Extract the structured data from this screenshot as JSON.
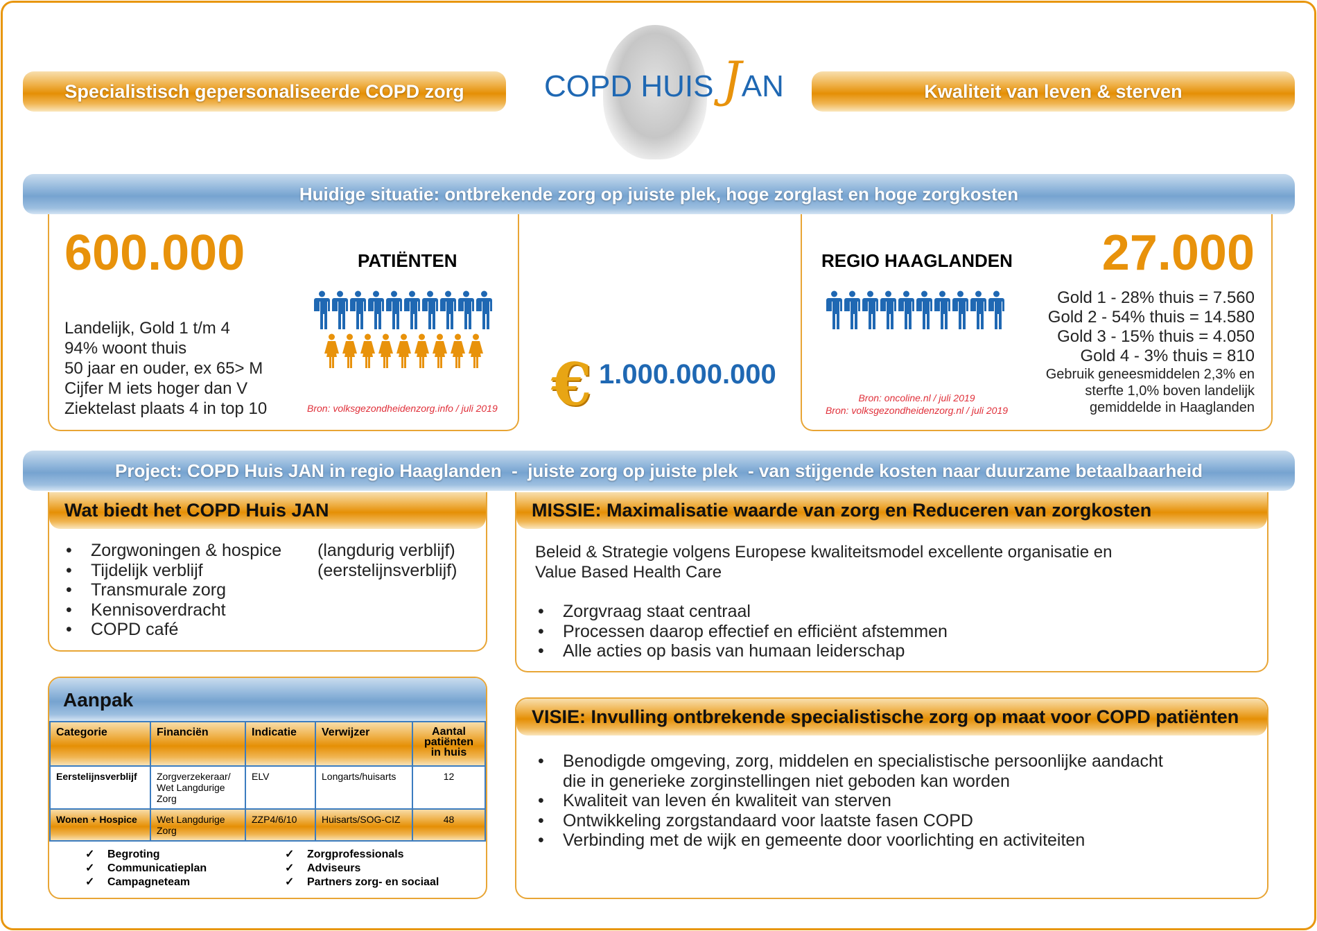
{
  "header": {
    "left_pill": "Specialistisch gepersonaliseerde COPD zorg",
    "logo_text_left": "COPD HUIS ",
    "logo_text_j": "J",
    "logo_text_right": "AN",
    "right_pill": "Kwaliteit van leven & sterven"
  },
  "banner1": "Huidige situatie: ontbrekende zorg op juiste plek, hoge zorglast en hoge zorgkosten",
  "left_stats": {
    "number": "600.000",
    "label": "PATIËNTEN",
    "lines": [
      "Landelijk, Gold 1 t/m 4",
      "94% woont thuis",
      "50 jaar en ouder, ex 65> M",
      "Cijfer M iets hoger dan V",
      "Ziektelast plaats 4 in top 10"
    ],
    "source": "Bron: volksgezondheidenzorg.info / juli 2019",
    "male_icons": 10,
    "female_icons": 9
  },
  "cost": {
    "symbol": "€",
    "value": "1.000.000.000"
  },
  "right_stats": {
    "label": "REGIO HAAGLANDEN",
    "number": "27.000",
    "lines": [
      "Gold 1 - 28% thuis = 7.560",
      "Gold 2 - 54% thuis = 14.580",
      "Gold 3 - 15% thuis = 4.050",
      "Gold 4 - 3% thuis = 810"
    ],
    "note": [
      "Gebruik geneesmiddelen 2,3% en",
      "sterfte 1,0% boven landelijk",
      "gemiddelde in Haaglanden"
    ],
    "sources": [
      "Bron: oncoline.nl / juli 2019",
      "Bron: volksgezondheidenzorg.nl / juli 2019"
    ],
    "male_icons": 10
  },
  "banner2": "Project: COPD Huis JAN in regio Haaglanden  -  juiste zorg op juiste plek  - van stijgende kosten naar duurzame betaalbaarheid",
  "wat": {
    "title": "Wat biedt het COPD Huis JAN",
    "items": [
      "Zorgwoningen & hospice",
      "Tijdelijk verblijf",
      "Transmurale zorg",
      "Kennisoverdracht",
      "COPD café"
    ],
    "notes": [
      "(langdurig verblijf)",
      "(eerstelijnsverblijf)"
    ]
  },
  "missie": {
    "title": "MISSIE: Maximalisatie waarde van zorg en Reduceren van zorgkosten",
    "intro": [
      "Beleid & Strategie volgens Europese kwaliteitsmodel excellente organisatie en",
      "Value Based Health Care"
    ],
    "items": [
      "Zorgvraag staat centraal",
      "Processen daarop effectief en efficiënt afstemmen",
      "Alle acties op basis van  humaan leiderschap"
    ]
  },
  "aanpak": {
    "title": "Aanpak",
    "columns": [
      "Categorie",
      "Financiën",
      "Indicatie",
      "Verwijzer",
      "Aantal patiënten in huis"
    ],
    "rows": [
      [
        "Eerstelijnsverblijf",
        "Zorgverzekeraar/ Wet Langdurige Zorg",
        "ELV",
        "Longarts/huisarts",
        "12"
      ],
      [
        "Wonen + Hospice",
        "Wet Langdurige Zorg",
        "ZZP4/6/10",
        "Huisarts/SOG-CIZ",
        "48"
      ]
    ],
    "checks_left": [
      "Begroting",
      "Communicatieplan",
      "Campagneteam"
    ],
    "checks_right": [
      "Zorgprofessionals",
      "Adviseurs",
      "Partners zorg- en sociaal"
    ],
    "check": "✓"
  },
  "visie": {
    "title": "VISIE: Invulling ontbrekende specialistische zorg op maat voor COPD patiënten",
    "items": [
      "Benodigde omgeving, zorg, middelen en specialistische persoonlijke aandacht",
      "Kwaliteit van leven én kwaliteit van sterven",
      "Ontwikkeling zorgstandaard voor laatste fasen COPD",
      "Verbinding met de wijk en gemeente door voorlichting en activiteiten"
    ],
    "item1_cont": "die in generieke zorginstellingen niet geboden kan worden"
  },
  "colors": {
    "orange": "#e8920b",
    "blue": "#1f68b3",
    "red": "#e0303a"
  }
}
